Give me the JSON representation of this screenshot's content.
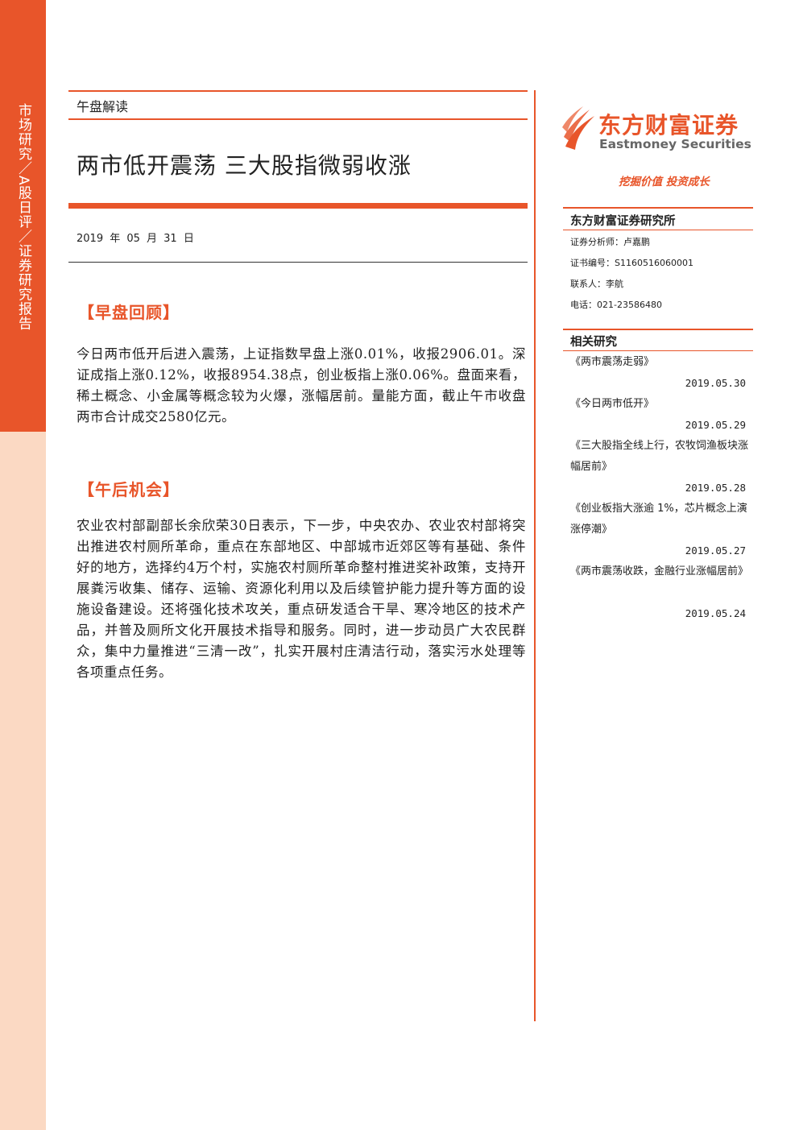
{
  "sidebar": {
    "category": "市场研究／A股日评／证券研究报告"
  },
  "header": {
    "section": "午盘解读",
    "title": "两市低开震荡 三大股指微弱收涨",
    "date": "2019 年 05 月 31 日"
  },
  "sections": [
    {
      "heading": "【早盘回顾】",
      "body": "今日两市低开后进入震荡，上证指数早盘上涨0.01%，收报2906.01。深证成指上涨0.12%，收报8954.38点，创业板指上涨0.06%。盘面来看，稀土概念、小金属等概念较为火爆，涨幅居前。量能方面，截止午市收盘两市合计成交2580亿元。"
    },
    {
      "heading": "【午后机会】",
      "body": "农业农村部副部长余欣荣30日表示，下一步，中央农办、农业农村部将突出推进农村厕所革命，重点在东部地区、中部城市近郊区等有基础、条件好的地方，选择约4万个村，实施农村厕所革命整村推进奖补政策，支持开展粪污收集、储存、运输、资源化利用以及后续管护能力提升等方面的设施设备建设。还将强化技术攻关，重点研发适合干旱、寒冷地区的技术产品，并普及厕所文化开展技术指导和服务。同时，进一步动员广大农民群众，集中力量推进“三清一改”，扎实开展村庄清洁行动，落实污水处理等各项重点任务。"
    }
  ],
  "brand": {
    "name_cn": "东方财富证券",
    "name_en": "Eastmoney Securities",
    "slogan": "挖掘价值 投资成长",
    "accent_color": "#e8552a"
  },
  "institute": {
    "title": "东方财富证券研究所",
    "analyst": "证券分析师：卢嘉鹏",
    "cert": "证书编号：S1160516060001",
    "contact": "联系人：李航",
    "phone": "电话：021-23586480"
  },
  "related": {
    "title": "相关研究",
    "items": [
      {
        "title": "《两市震荡走弱》",
        "date": "2019.05.30"
      },
      {
        "title": "《今日两市低开》",
        "date": "2019.05.29"
      },
      {
        "title": "《三大股指全线上行，农牧饲渔板块涨幅居前》",
        "date": "2019.05.28"
      },
      {
        "title": "《创业板指大涨逾 1%，芯片概念上演涨停潮》",
        "date": "2019.05.27"
      },
      {
        "title": "《两市震荡收跌，金融行业涨幅居前》",
        "date": "2019.05.24"
      }
    ]
  }
}
